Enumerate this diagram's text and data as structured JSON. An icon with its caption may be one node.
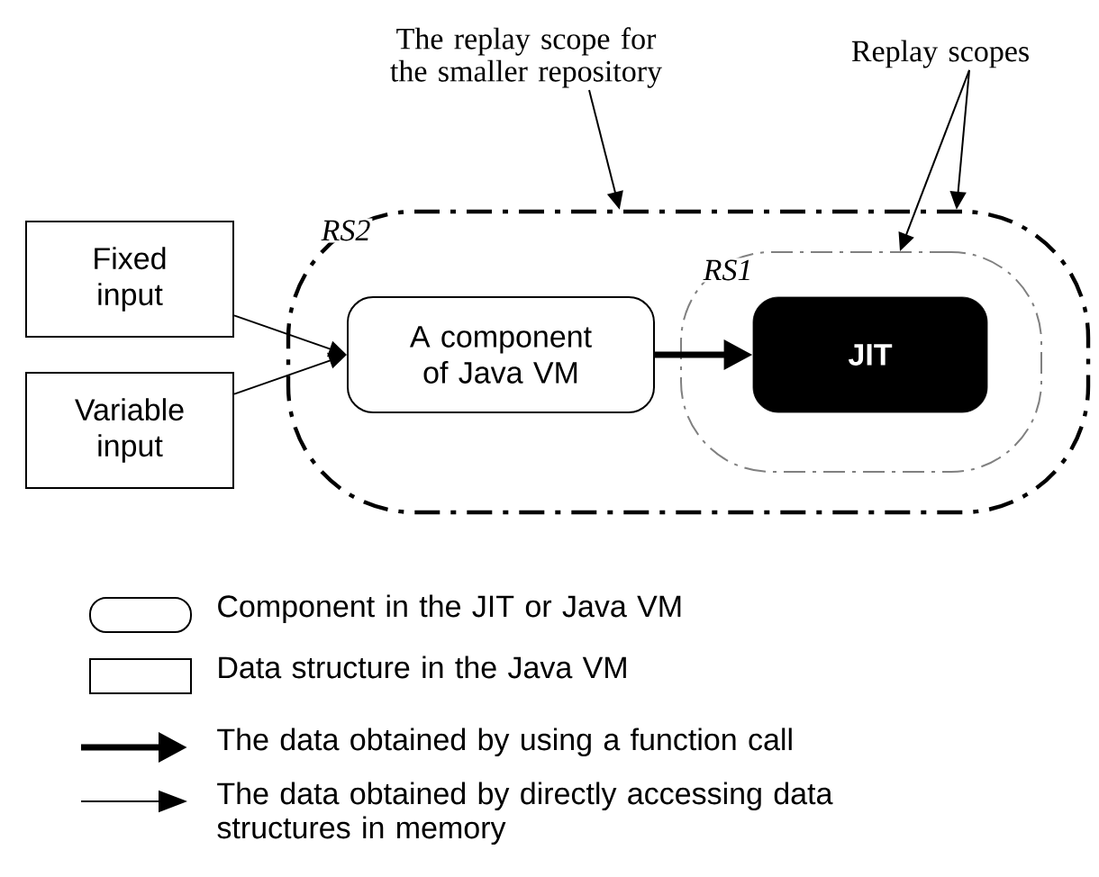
{
  "diagram": {
    "nodes": [
      {
        "text": [
          "RS2"
        ]
      },
      {
        "text": [
          "RS1"
        ],
        "in": 0
      },
      {
        "text": [
          "Fixed input"
        ]
      },
      {
        "text": [
          "Variable input"
        ]
      },
      {
        "text": [
          "A component of Java VM"
        ],
        "in": 0
      },
      {
        "text": [
          "JIT"
        ],
        "in": 1
      },
      {
        "text": [
          "The replay scope for the smaller repository"
        ]
      },
      {
        "text": [
          "Replay scopes"
        ]
      }
    ],
    "edges": [
      {
        "from": 2,
        "to": 4,
        "arrow": "to"
      },
      {
        "from": 3,
        "to": 4,
        "arrow": "to"
      },
      {
        "from": 4,
        "to": 5,
        "arrow": "to",
        "style": "thick"
      },
      {
        "from": 6,
        "to": 0,
        "arrow": "to"
      },
      {
        "from": 7,
        "to": 1,
        "arrow": "to"
      },
      {
        "from": 7,
        "to": 0,
        "arrow": "to"
      }
    ],
    "legend": [
      {
        "text": "Component in the JIT or Java VM"
      },
      {
        "text": "Data structure in the Java VM"
      },
      {
        "text": "The data obtained by using a function call"
      },
      {
        "text": "The data obtained by directly accessing data structures in memory"
      }
    ]
  }
}
